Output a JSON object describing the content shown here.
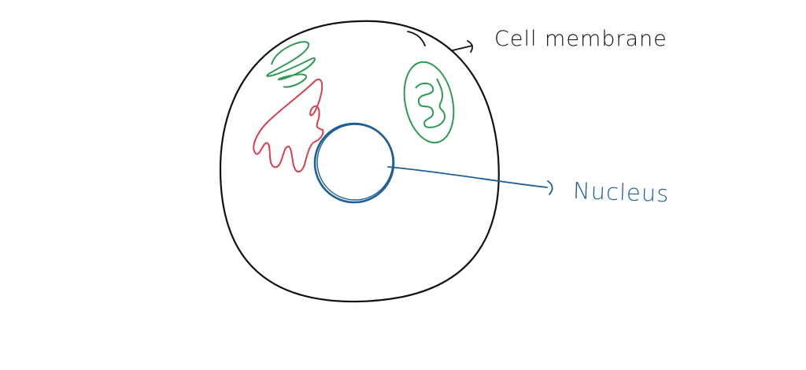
{
  "diagram": {
    "type": "cell",
    "labels": {
      "membrane": "Cell membrane",
      "nucleus": "Nucleus"
    },
    "colors": {
      "outline": "#111111",
      "nucleus": "#1f5f96",
      "er": "#d9404f",
      "green_organelles": "#2e9a55",
      "background": "#ffffff"
    },
    "organelles": [
      {
        "name": "cell membrane",
        "color": "#111111"
      },
      {
        "name": "nucleus",
        "color": "#1f5f96"
      },
      {
        "name": "endoplasmic reticulum",
        "color": "#d9404f"
      },
      {
        "name": "golgi body",
        "color": "#2e9a55"
      },
      {
        "name": "mitochondrion",
        "color": "#2e9a55"
      }
    ]
  }
}
